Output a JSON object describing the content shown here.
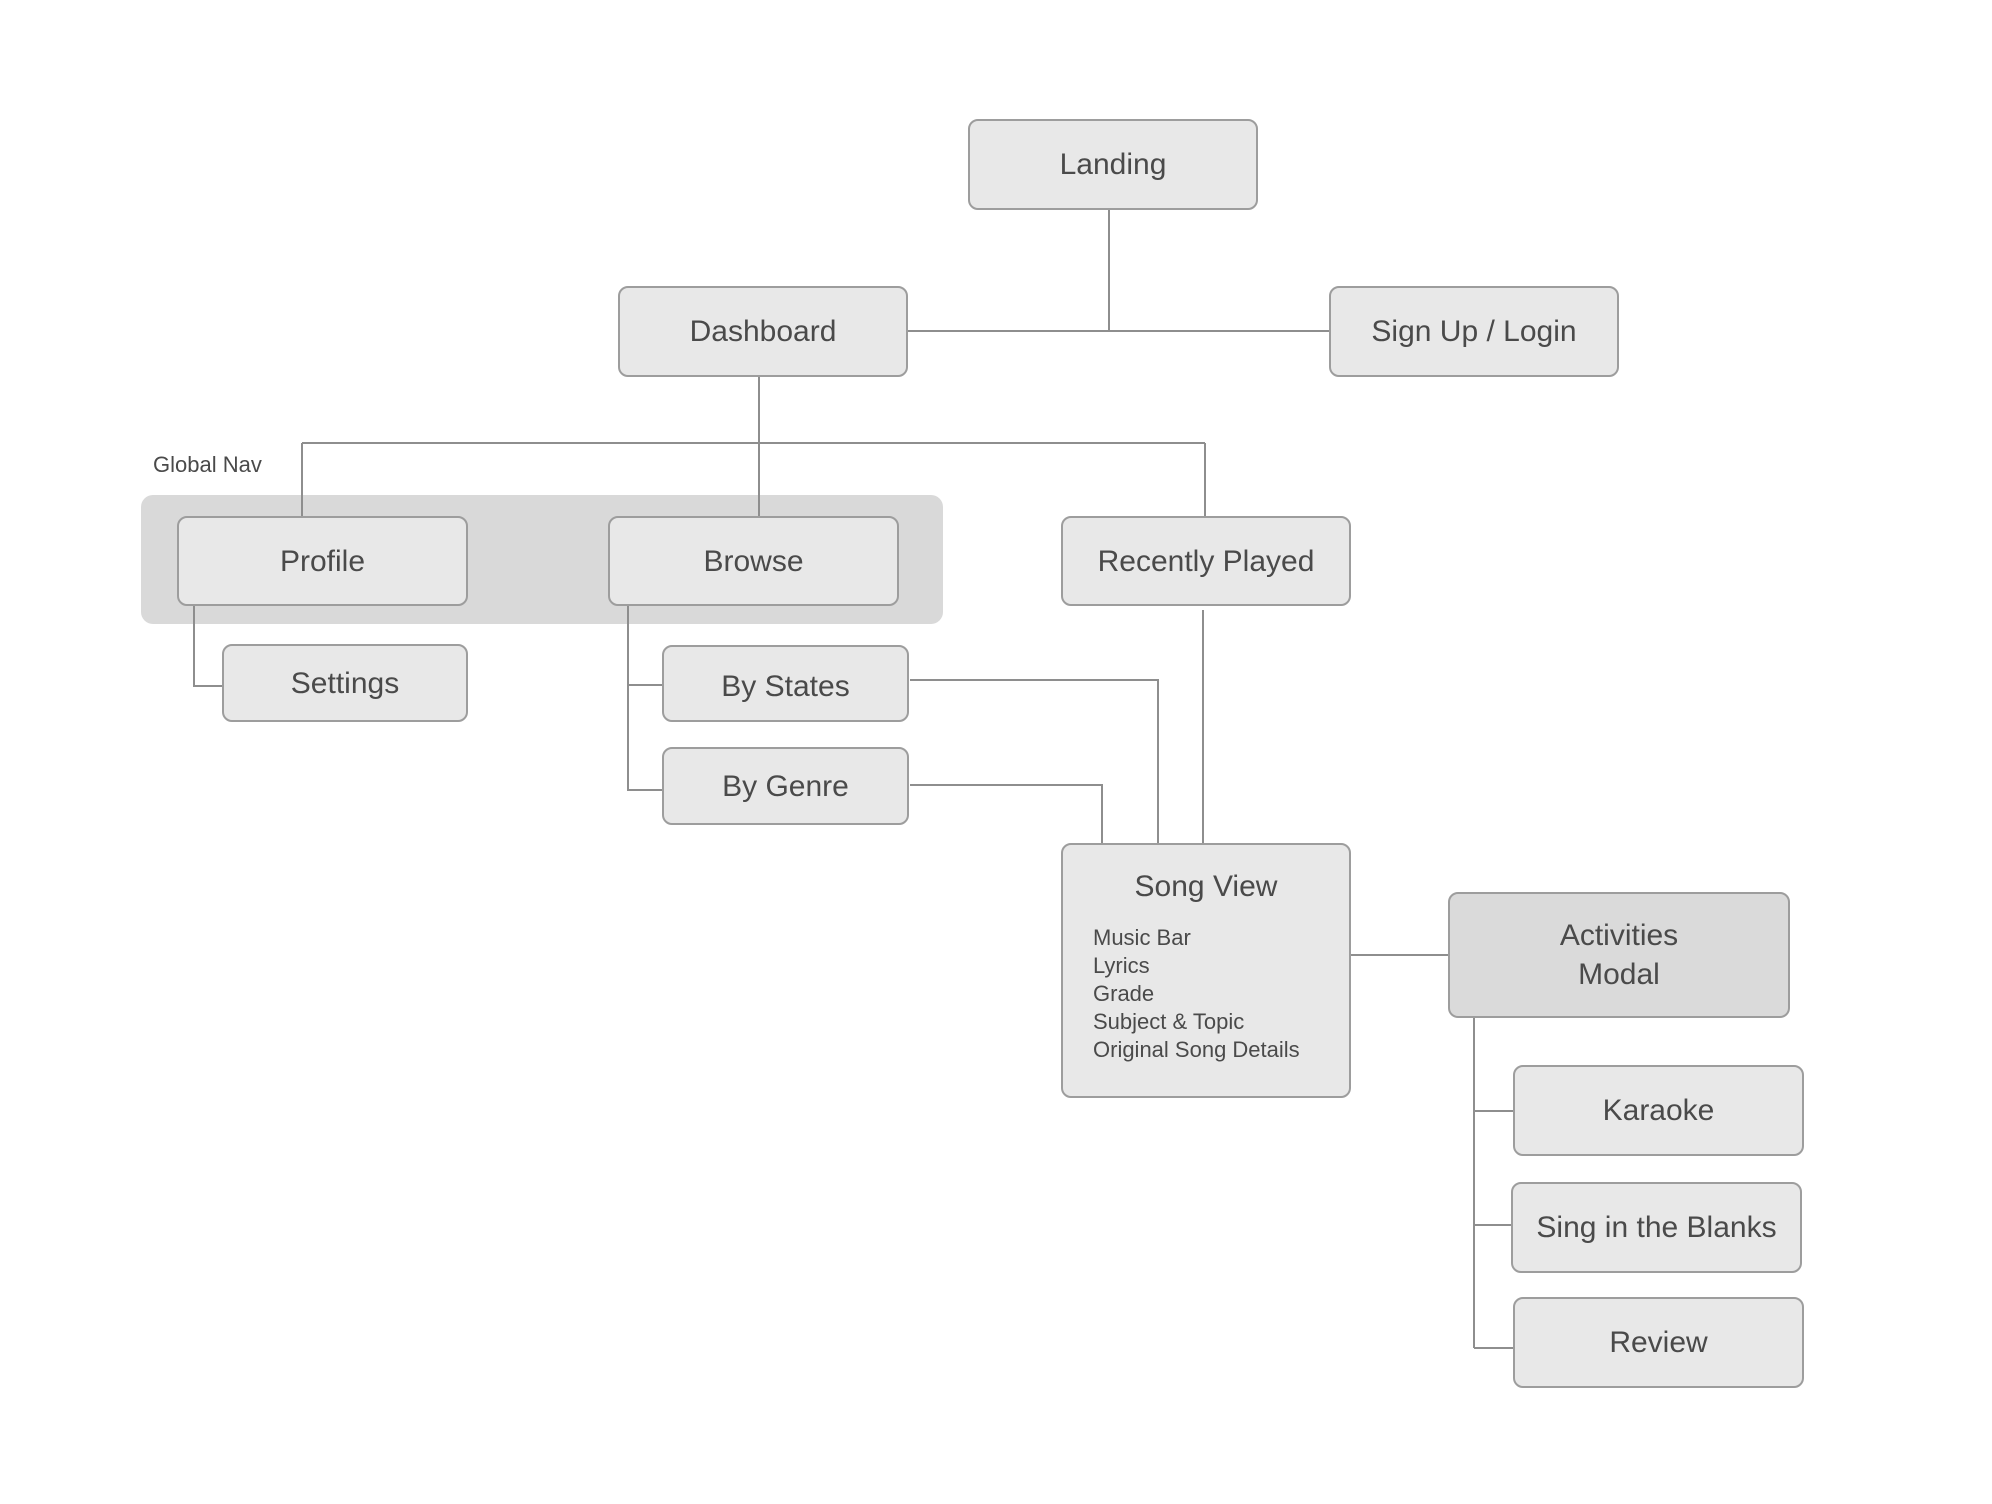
{
  "group": {
    "label": "Global Nav"
  },
  "nodes": {
    "landing": "Landing",
    "dashboard": "Dashboard",
    "signup": "Sign Up / Login",
    "profile": "Profile",
    "browse": "Browse",
    "recently_played": "Recently Played",
    "settings": "Settings",
    "by_states": "By States",
    "by_genre": "By Genre",
    "song_view": {
      "title": "Song View",
      "details": [
        "Music Bar",
        "Lyrics",
        "Grade",
        "Subject & Topic",
        "Original Song Details"
      ]
    },
    "activities_modal": {
      "line1": "Activities",
      "line2": "Modal"
    },
    "karaoke": "Karaoke",
    "sing_blanks": "Sing in the Blanks",
    "review": "Review"
  },
  "colors": {
    "node_fill": "#e8e8e8",
    "node_fill_dark": "#dadada",
    "node_border": "#9d9d9d",
    "group_fill": "#d9d9d9",
    "connector": "#8e8e8e",
    "text": "#4a4a4a"
  }
}
